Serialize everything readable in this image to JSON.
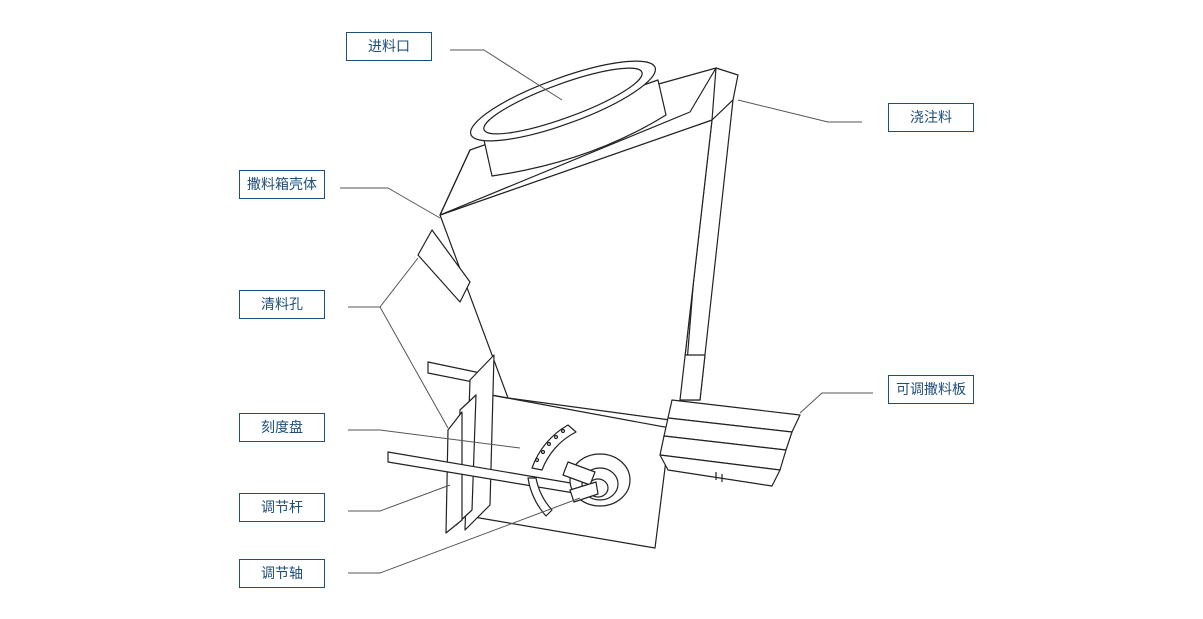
{
  "labels": {
    "feed_inlet": "进料口",
    "castable": "浇注料",
    "spreader_box_shell": "撒料箱壳体",
    "cleanout_hole": "清料孔",
    "adjustable_spreader_plate": "可调撒料板",
    "dial": "刻度盘",
    "adjusting_rod": "调节杆",
    "adjusting_shaft": "调节轴"
  },
  "colors": {
    "label_border": "#1f4e79",
    "label_text": "#1f4e79",
    "drawing_line": "#222222",
    "leader_line": "#555555"
  }
}
